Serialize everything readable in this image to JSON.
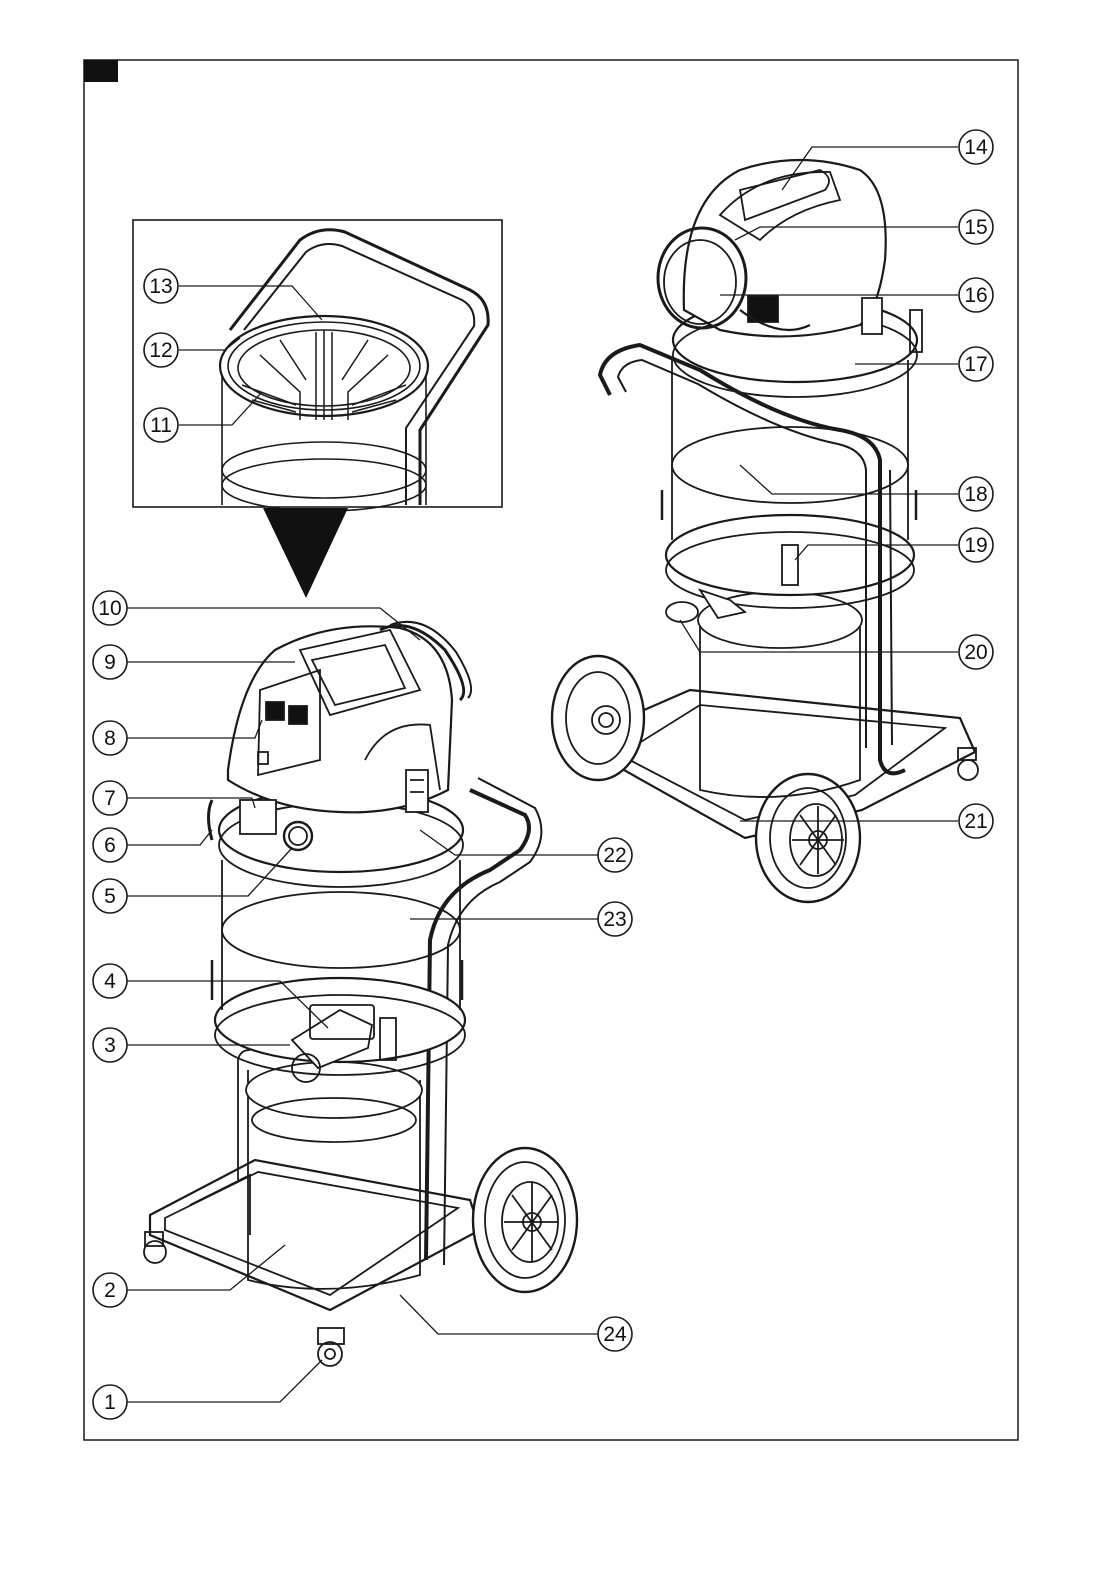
{
  "figure": {
    "colors": {
      "line": "#1a1a1a",
      "fill": "#ffffff",
      "shade": "#d9d9d9",
      "dark": "#111111"
    }
  },
  "callouts": [
    {
      "num": "1",
      "label": "1"
    },
    {
      "num": "2",
      "label": "2"
    },
    {
      "num": "3",
      "label": "3"
    },
    {
      "num": "4",
      "label": "4"
    },
    {
      "num": "5",
      "label": "5"
    },
    {
      "num": "6",
      "label": "6"
    },
    {
      "num": "7",
      "label": "7"
    },
    {
      "num": "8",
      "label": "8"
    },
    {
      "num": "9",
      "label": "9"
    },
    {
      "num": "10",
      "label": "10"
    },
    {
      "num": "11",
      "label": "11"
    },
    {
      "num": "12",
      "label": "12"
    },
    {
      "num": "13",
      "label": "13"
    },
    {
      "num": "14",
      "label": "14"
    },
    {
      "num": "15",
      "label": "15"
    },
    {
      "num": "16",
      "label": "16"
    },
    {
      "num": "17",
      "label": "17"
    },
    {
      "num": "18",
      "label": "18"
    },
    {
      "num": "19",
      "label": "19"
    },
    {
      "num": "20",
      "label": "20"
    },
    {
      "num": "21",
      "label": "21"
    },
    {
      "num": "22",
      "label": "22"
    },
    {
      "num": "23",
      "label": "23"
    },
    {
      "num": "24",
      "label": "24"
    }
  ]
}
